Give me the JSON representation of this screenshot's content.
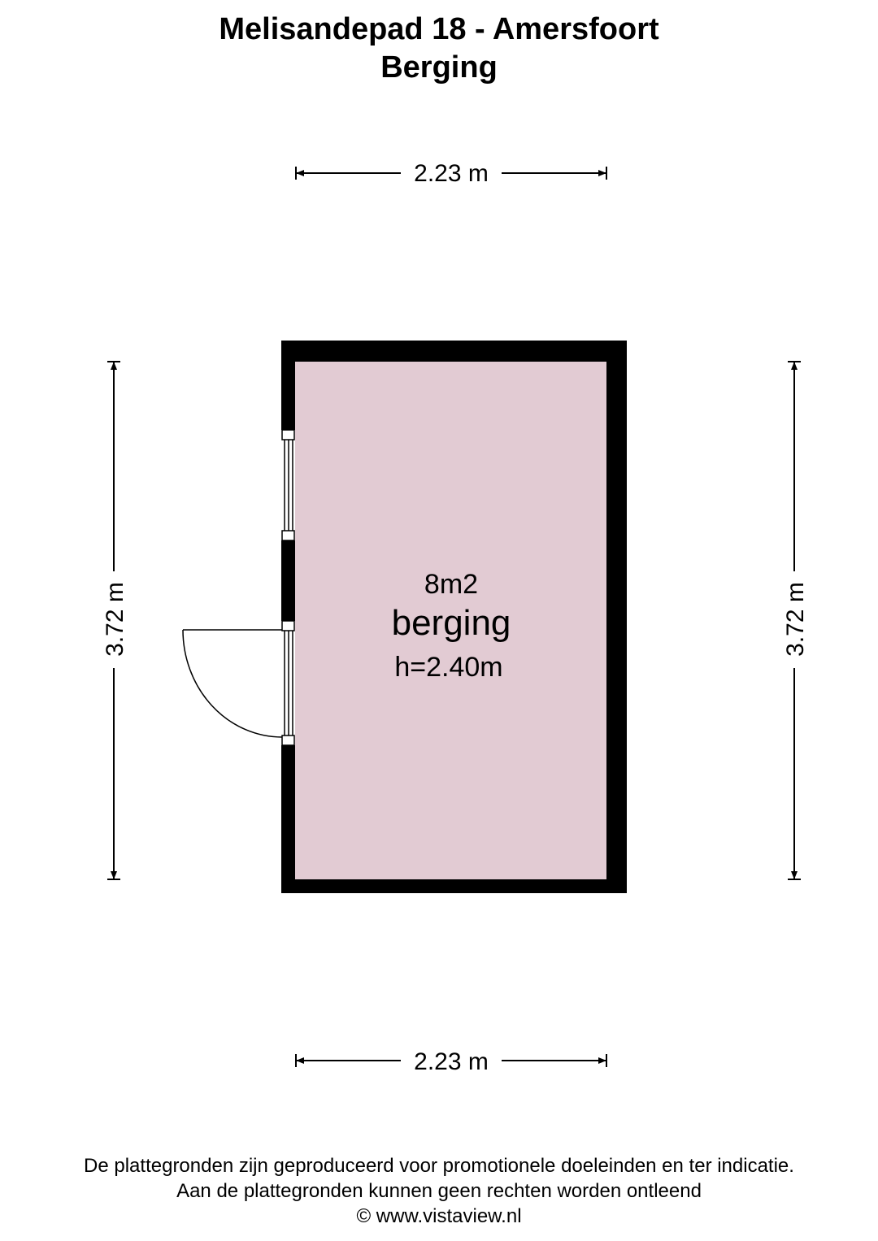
{
  "header": {
    "address": "Melisandepad 18 - Amersfoort",
    "floor": "Berging"
  },
  "dimensions": {
    "width_top": "2.23 m",
    "width_bottom": "2.23 m",
    "depth_left": "3.72 m",
    "depth_right": "3.72 m"
  },
  "room": {
    "area": "8m2",
    "name": "berging",
    "height": "h=2.40m",
    "fill_color": "#e2cbd3"
  },
  "colors": {
    "wall": "#000000",
    "room_fill": "#e2cbd3"
  },
  "footer": {
    "line1": "De plattegronden zijn geproduceerd voor promotionele doeleinden en ter indicatie.",
    "line2": "Aan de plattegronden kunnen geen rechten worden ontleend",
    "line3": "© www.vistaview.nl"
  }
}
